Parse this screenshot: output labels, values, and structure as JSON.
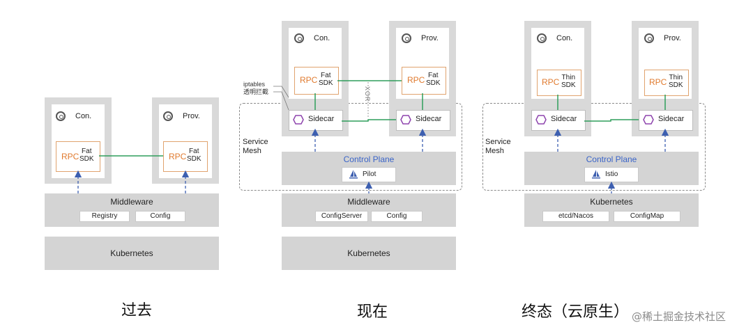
{
  "past": {
    "consumer_title": "Con.",
    "provider_title": "Prov.",
    "rpc": "RPC",
    "sdk_line1": "Fat",
    "sdk_line2": "SDK",
    "middleware": {
      "title": "Middleware",
      "chips": [
        "Registry",
        "Config"
      ]
    },
    "kubernetes": "Kubernetes",
    "caption": "过去"
  },
  "present": {
    "consumer_title": "Con.",
    "provider_title": "Prov.",
    "rpc": "RPC",
    "sdk_line1": "Fat",
    "sdk_line2": "SDK",
    "sidecar": "Sidecar",
    "xor": "XOR",
    "iptables_note_line1": "iptables",
    "iptables_note_line2": "透明拦截",
    "mesh_line1": "Service",
    "mesh_line2": "Mesh",
    "control_plane": "Control Plane",
    "control_chip": "Pilot",
    "middleware": {
      "title": "Middleware",
      "chips": [
        "ConfigServer",
        "Config"
      ]
    },
    "kubernetes": "Kubernetes",
    "caption": "现在"
  },
  "final": {
    "consumer_title": "Con.",
    "provider_title": "Prov.",
    "rpc": "RPC",
    "sdk_line1": "Thin",
    "sdk_line2": "SDK",
    "sidecar": "Sidecar",
    "mesh_line1": "Service",
    "mesh_line2": "Mesh",
    "control_plane": "Control Plane",
    "control_chip": "Istio",
    "kubernetes": {
      "title": "Kubernetes",
      "chips": [
        "etcd/Nacos",
        "ConfigMap"
      ]
    },
    "caption": "终态（云原生）"
  },
  "watermark": "@稀土掘金技术社区",
  "colors": {
    "link_green": "#2e9e5b",
    "arrow_blue": "#3d5fb0",
    "rpc_orange": "#e07a2e",
    "control_blue": "#3a64c8",
    "sidecar_purple": "#8e44ad"
  }
}
